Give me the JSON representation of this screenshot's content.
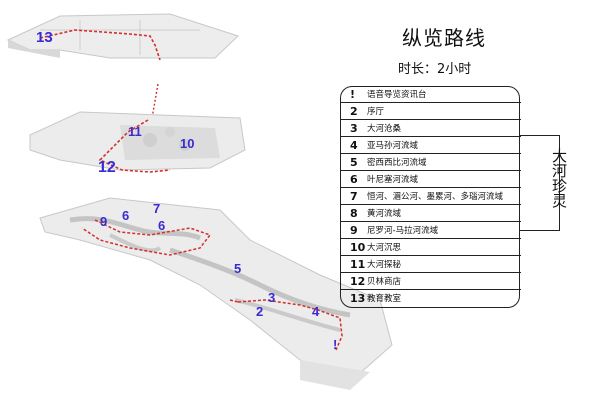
{
  "title": "纵览路线",
  "duration": "时长：2小时",
  "legend": {
    "items": [
      {
        "num": "!",
        "label": "语音导览资讯台"
      },
      {
        "num": "2",
        "label": "序厅"
      },
      {
        "num": "3",
        "label": "大河沧桑"
      },
      {
        "num": "4",
        "label": "亚马孙河流域"
      },
      {
        "num": "5",
        "label": "密西西比河流域"
      },
      {
        "num": "6",
        "label": "叶尼塞河流域"
      },
      {
        "num": "7",
        "label": "恒河、湄公河、墨累河、多瑙河流域"
      },
      {
        "num": "8",
        "label": "黄河流域"
      },
      {
        "num": "9",
        "label": "尼罗河-马拉河流域"
      },
      {
        "num": "10",
        "label": "大河沉思"
      },
      {
        "num": "11",
        "label": "大河探秘"
      },
      {
        "num": "12",
        "label": "贝林商店"
      },
      {
        "num": "13",
        "label": "教育教室"
      }
    ],
    "group_label": "大河珍灵"
  },
  "map": {
    "markers": [
      "13",
      "11",
      "10",
      "12",
      "9",
      "6",
      "7",
      "6",
      "5",
      "3",
      "2",
      "4",
      "!"
    ],
    "route_color": "#d32f2f",
    "marker_color": "#3a2bd0"
  }
}
